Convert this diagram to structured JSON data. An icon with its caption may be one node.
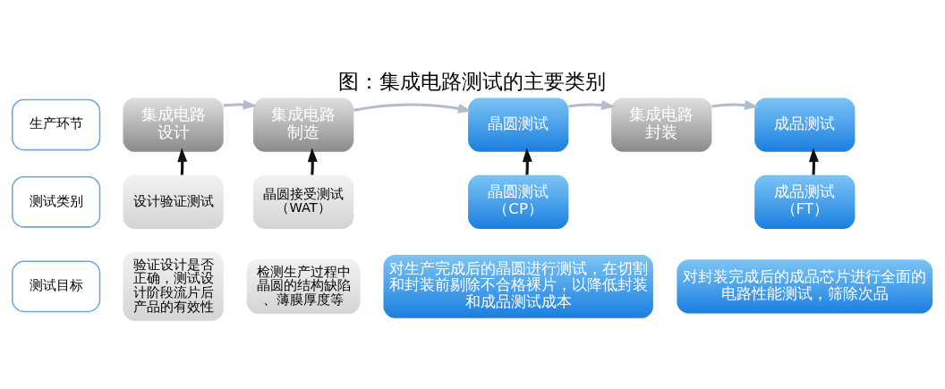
{
  "diagram": {
    "title": "图：集成电路测试的主要类别",
    "nodes": [
      {
        "text": [
          "生产环节"
        ]
      },
      {
        "text": [
          "集成电路设计"
        ]
      },
      {
        "text": [
          "集成电路制造"
        ]
      },
      {
        "text": [
          "晶圆测试"
        ]
      },
      {
        "text": [
          "集成电路封装"
        ]
      },
      {
        "text": [
          "成品测试"
        ]
      },
      {
        "text": [
          "测试类别"
        ]
      },
      {
        "text": [
          "设计验证测试"
        ]
      },
      {
        "text": [
          "晶圆接受测试（WAT）"
        ]
      },
      {
        "text": [
          "晶圆测试（CP）"
        ]
      },
      {
        "text": [
          "成品测试（FT）"
        ]
      },
      {
        "text": [
          "测试目标"
        ]
      },
      {
        "text": [
          "验证设计是否正确，测试设计阶段流片后产品的有效性"
        ]
      },
      {
        "text": [
          "检测生产过程中晶圆的结构缺陷、薄膜厚度等"
        ]
      },
      {
        "text": [
          "对生产完成后的晶圆进行测试，在切割和封装前剔除不合格裸片，以降低封装和成品测试成本"
        ]
      },
      {
        "text": [
          "对封装完成后的成品芯片进行全面的电路性能测试，筛除次品"
        ]
      }
    ],
    "edges": [
      {
        "from": 1,
        "to": 2,
        "arrow": "to",
        "color": "#b4bccb"
      },
      {
        "from": 2,
        "to": 3,
        "arrow": "to",
        "color": "#b4bccb"
      },
      {
        "from": 3,
        "to": 4,
        "arrow": "to",
        "color": "#b4bccb"
      },
      {
        "from": 4,
        "to": 5,
        "arrow": "to",
        "color": "#b4bccb"
      },
      {
        "from": 7,
        "to": 1,
        "arrow": "to",
        "color": "#111111"
      },
      {
        "from": 8,
        "to": 2,
        "arrow": "to",
        "color": "#111111"
      },
      {
        "from": 9,
        "to": 3,
        "arrow": "to",
        "color": "#111111"
      },
      {
        "from": 10,
        "to": 5,
        "arrow": "to",
        "color": "#111111"
      }
    ]
  }
}
